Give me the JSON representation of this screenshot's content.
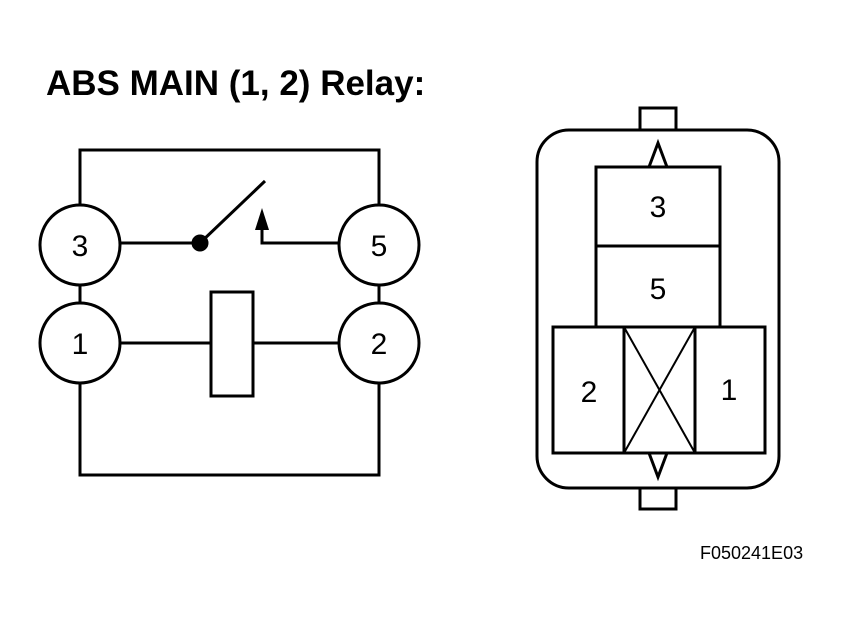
{
  "title": "ABS MAIN (1, 2) Relay:",
  "figure_id": "F050241E03",
  "schematic": {
    "terminals": [
      "3",
      "5",
      "1",
      "2"
    ]
  },
  "connector": {
    "cavities": [
      "3",
      "5",
      "2",
      "1"
    ]
  },
  "colors": {
    "ink": "#000000",
    "background": "#ffffff"
  }
}
